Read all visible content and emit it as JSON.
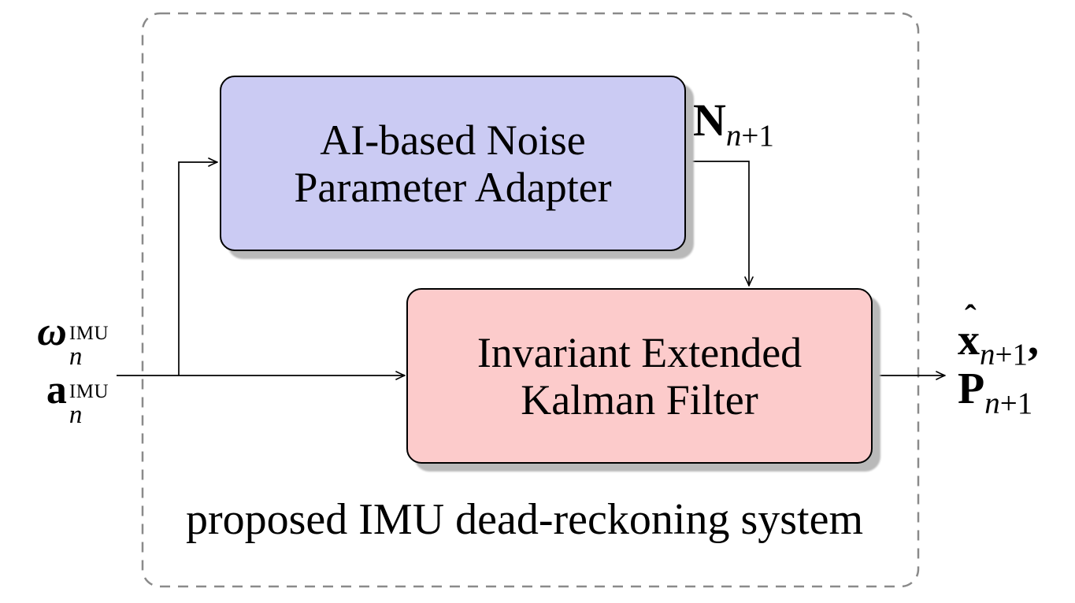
{
  "figure": {
    "caption": "proposed IMU dead-reckoning system",
    "colors": {
      "adapter_fill": "#cbcbf3",
      "iekf_fill": "#fccbcb",
      "box_border": "#000000",
      "shadow": "#b9b9b9",
      "dashed_border": "#8a8a8a",
      "arrow": "#000000"
    },
    "blocks": {
      "adapter": {
        "line1": "AI-based Noise",
        "line2": "Parameter Adapter"
      },
      "iekf": {
        "line1": "Invariant Extended",
        "line2": "Kalman Filter"
      }
    },
    "labels": {
      "input_gyro": {
        "base": "ω",
        "sup": "IMU",
        "sub": "n"
      },
      "input_accel": {
        "base": "a",
        "sup": "IMU",
        "sub": "n"
      },
      "noise_params": {
        "base": "N",
        "sub_var": "n",
        "sub_rest": "+1"
      },
      "state_estimate": {
        "hat": "ˆ",
        "base": "x",
        "sub_var": "n",
        "sub_rest": "+1",
        "suffix": ","
      },
      "covariance": {
        "base": "P",
        "sub_var": "n",
        "sub_rest": "+1"
      }
    }
  }
}
